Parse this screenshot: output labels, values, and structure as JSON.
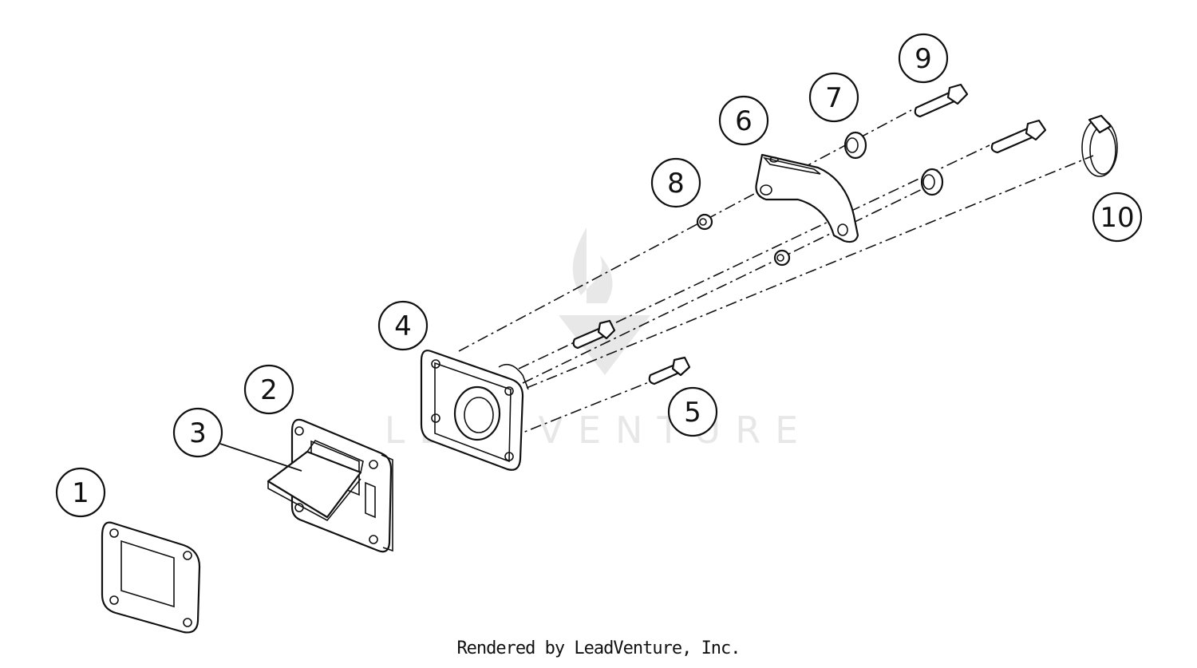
{
  "callouts": [
    {
      "id": 1,
      "label": "1"
    },
    {
      "id": 2,
      "label": "2"
    },
    {
      "id": 3,
      "label": "3"
    },
    {
      "id": 4,
      "label": "4"
    },
    {
      "id": 5,
      "label": "5"
    },
    {
      "id": 6,
      "label": "6"
    },
    {
      "id": 7,
      "label": "7"
    },
    {
      "id": 8,
      "label": "8"
    },
    {
      "id": 9,
      "label": "9"
    },
    {
      "id": 10,
      "label": "10"
    }
  ],
  "watermark": "LEADVENTURE",
  "footer": "Rendered by LeadVenture, Inc."
}
